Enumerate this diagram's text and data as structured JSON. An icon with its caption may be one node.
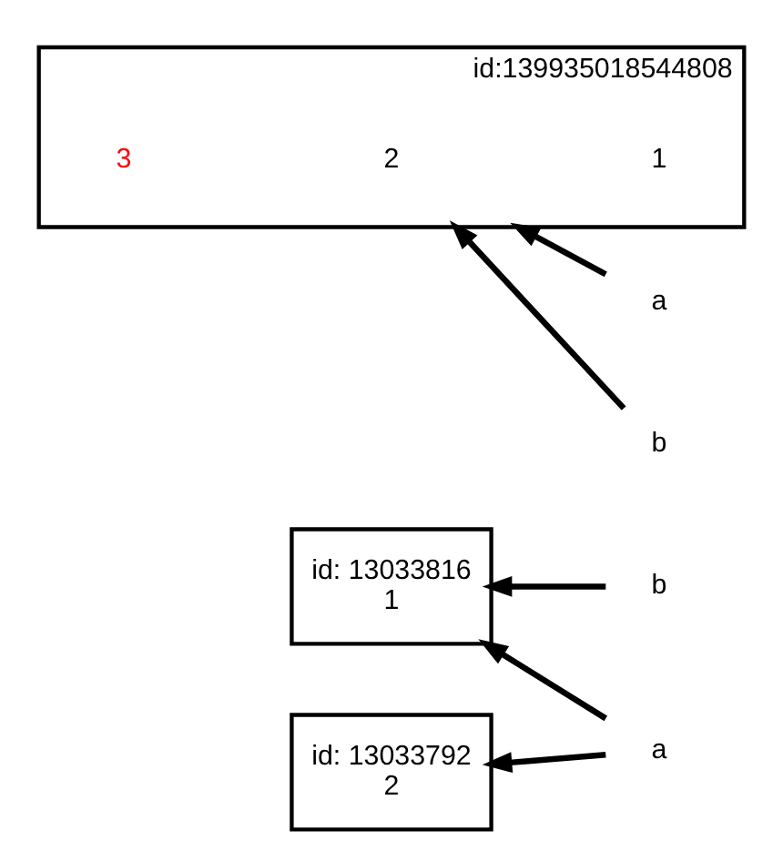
{
  "diagram": {
    "nodes": [
      {
        "text": [
          "id: 13033816",
          "1"
        ]
      },
      {
        "text": [
          "id: 13033792",
          "2"
        ]
      },
      {
        "text": [
          "a"
        ]
      },
      {
        "text": [
          "b"
        ]
      },
      {
        "text": [
          "id:139935018544808"
        ]
      },
      {
        "text": [
          "1"
        ],
        "in": 4
      },
      {
        "text": [
          "2"
        ],
        "in": 4
      },
      {
        "text": [
          "3"
        ],
        "in": 4
      },
      {
        "text": [
          "a"
        ]
      },
      {
        "text": [
          "b"
        ]
      }
    ],
    "edges": [
      {
        "from": 2,
        "to": 0,
        "arrow": "to"
      },
      {
        "from": 2,
        "to": 1,
        "arrow": "to"
      },
      {
        "from": 3,
        "to": 0,
        "arrow": "to"
      },
      {
        "from": 8,
        "to": 4,
        "arrow": "to"
      },
      {
        "from": 9,
        "to": 4,
        "arrow": "to"
      }
    ]
  }
}
